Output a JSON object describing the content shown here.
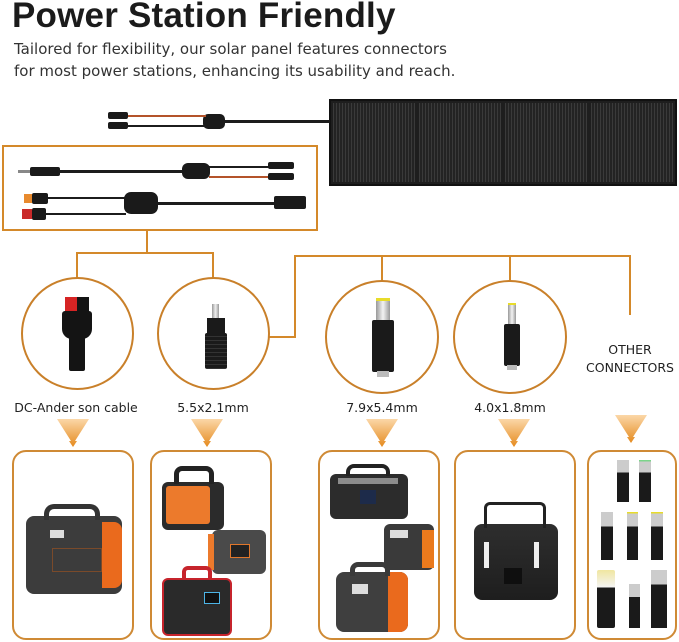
{
  "header": {
    "title": "Power Station Friendly",
    "subtitle_lines": [
      "Tailored for flexibility, our solar panel features connectors",
      "for most power stations, enhancing its usability and reach."
    ]
  },
  "colors": {
    "accent_orange": "#d4892a",
    "panel_dark": "#1e1e1e",
    "cable_red": "#b4532a"
  },
  "connectors": [
    {
      "label": "DC-Ander son cable",
      "icon": "anderson-plug-icon"
    },
    {
      "label": "5.5x2.1mm",
      "icon": "dc-barrel-plug-icon"
    },
    {
      "label": "7.9x5.4mm",
      "icon": "dc-barrel-plug-icon"
    },
    {
      "label": "4.0x1.8mm",
      "icon": "dc-barrel-plug-icon"
    },
    {
      "label_line1": "OTHER",
      "label_line2": "CONNECTORS",
      "icon": "assorted-tips-icon"
    }
  ],
  "cards": [
    {
      "name": "orange-power-station-large"
    },
    {
      "name": "three-power-stations"
    },
    {
      "name": "three-power-stations-b"
    },
    {
      "name": "black-power-station"
    },
    {
      "name": "assorted-dc-tips"
    }
  ]
}
